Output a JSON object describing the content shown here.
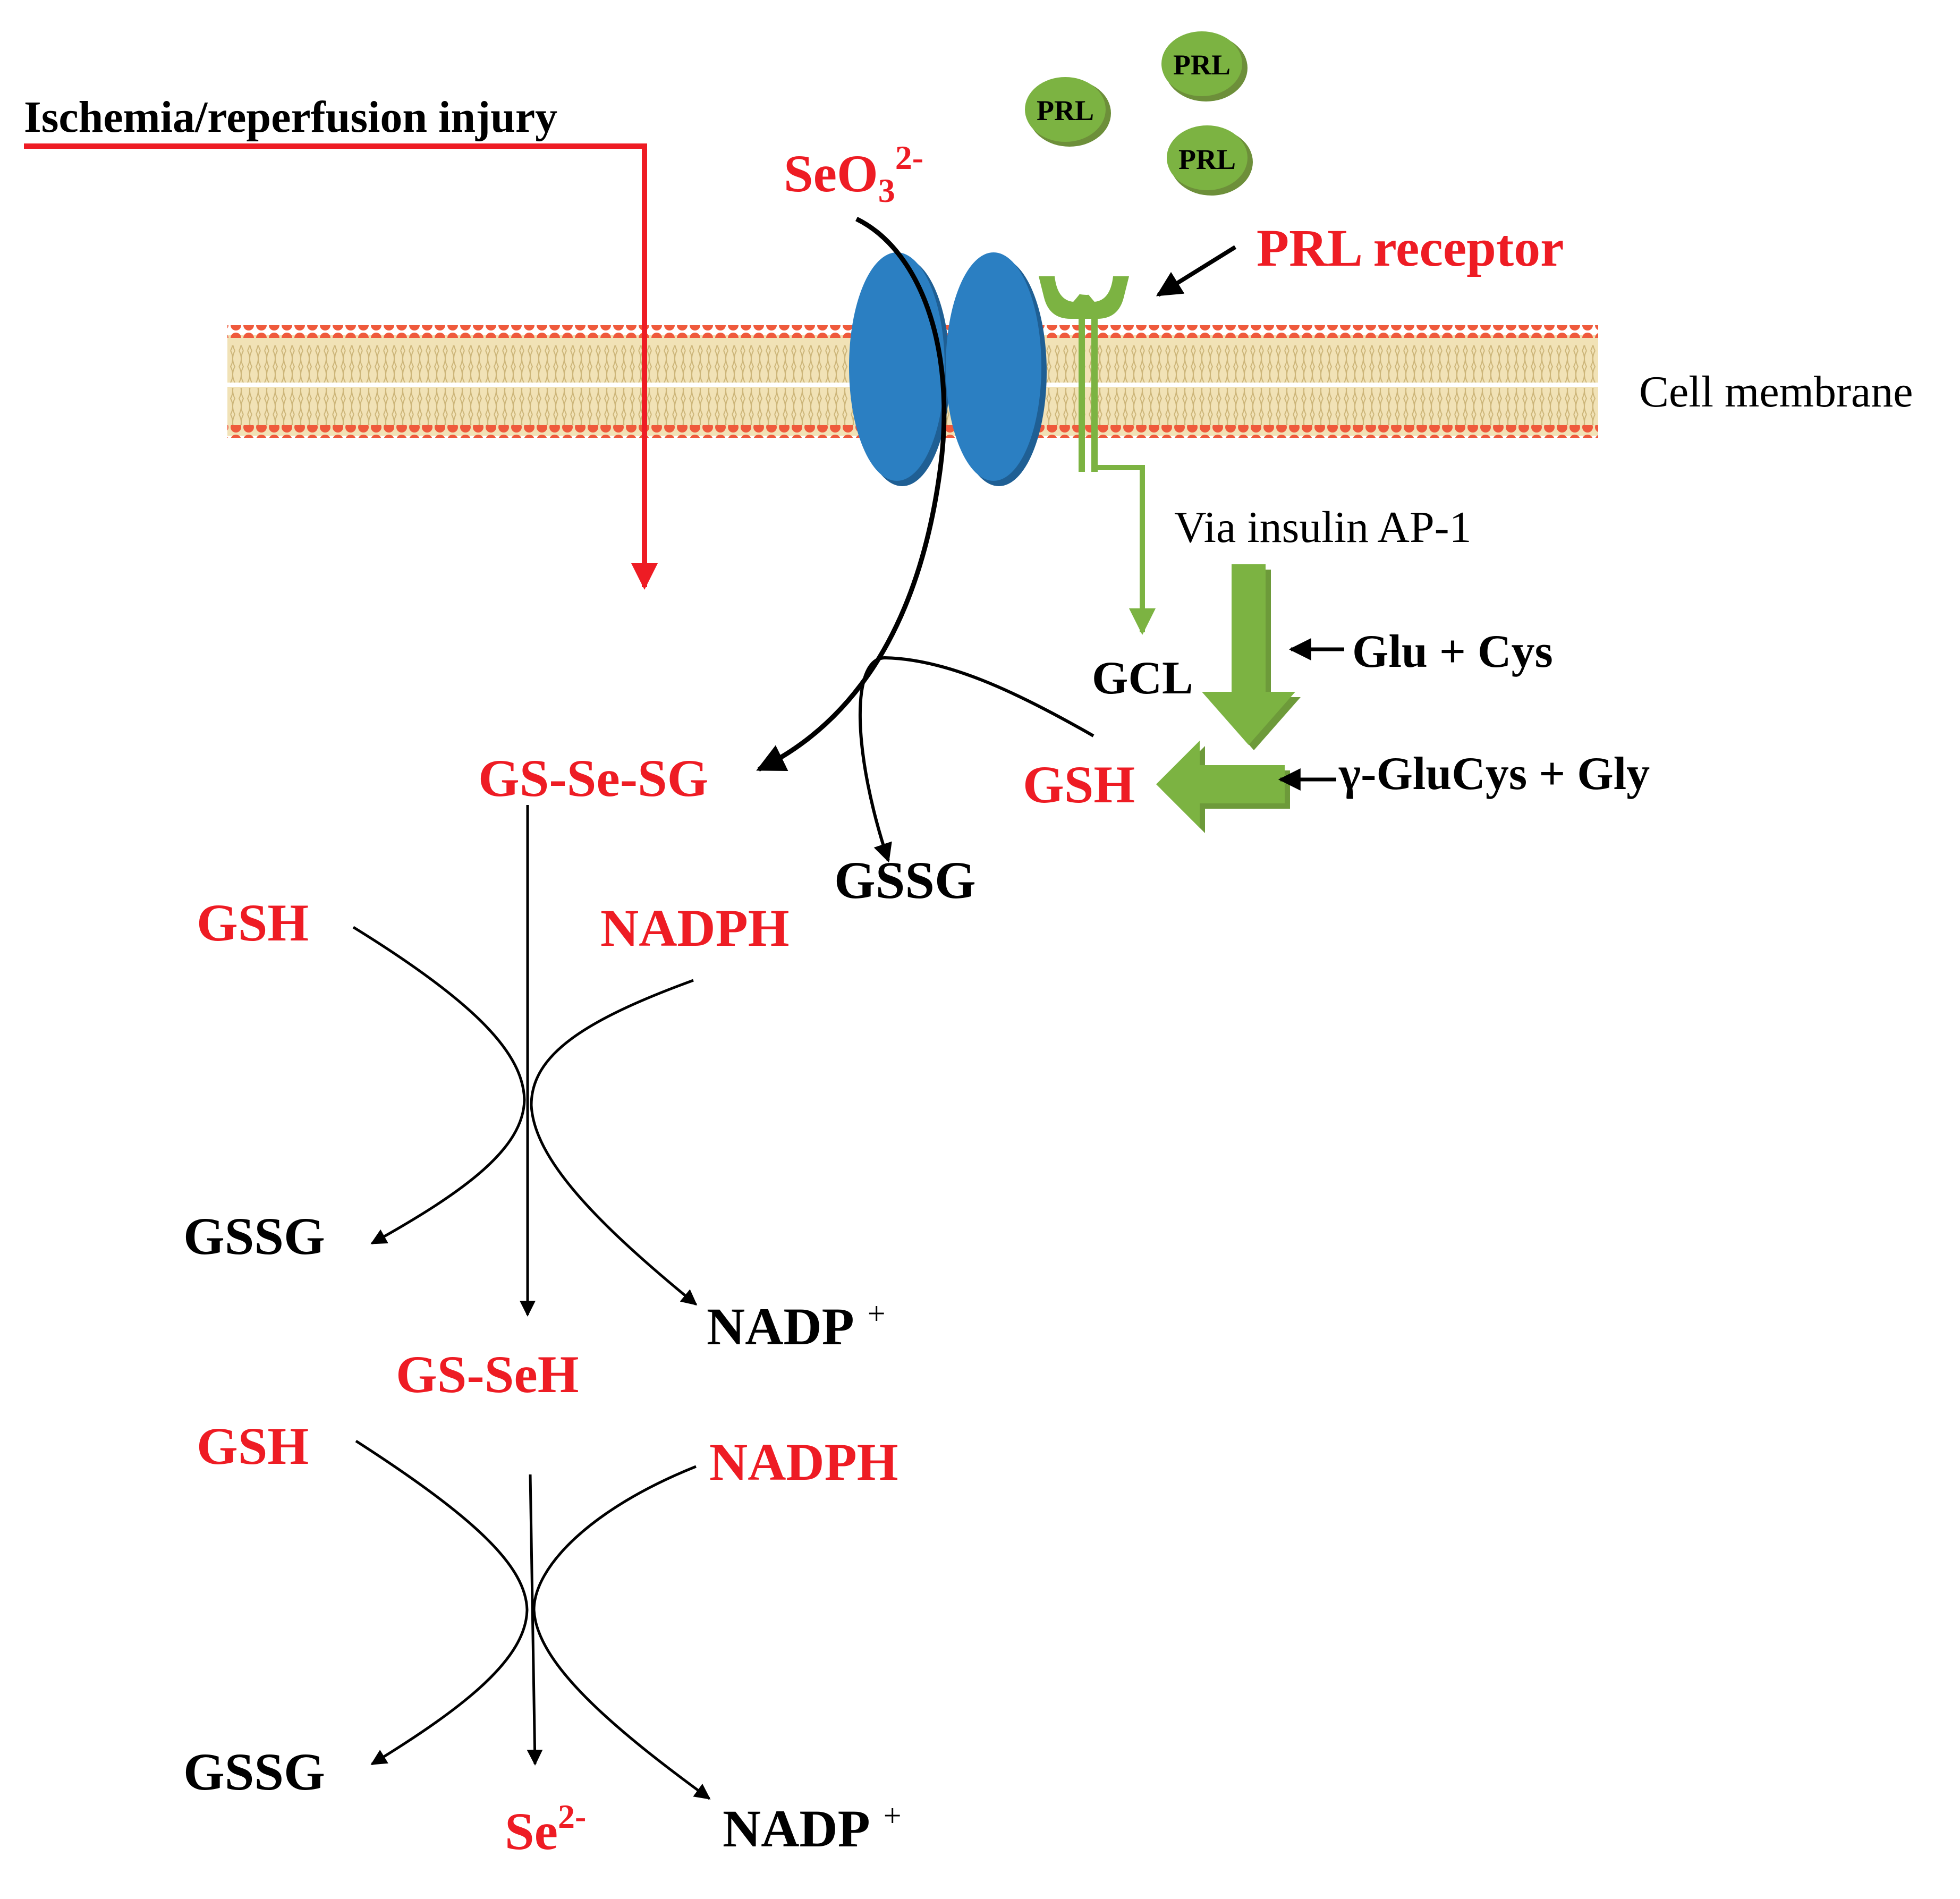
{
  "labels": {
    "ischemia": "Ischemia/reperfusion injury",
    "seo3_base": "SeO",
    "seo3_sub": "3",
    "seo3_sup": "2-",
    "prl_1": "PRL",
    "prl_2": "PRL",
    "prl_3": "PRL",
    "prl_receptor": "PRL receptor",
    "cell_membrane": "Cell membrane",
    "via_insulin": "Via insulin AP-1",
    "gcl": "GCL",
    "glu_cys": "Glu + Cys",
    "gsh_top": "GSH",
    "glucys_gly": "γ-GluCys + Gly",
    "gs_se_sg": "GS-Se-SG",
    "gssg_top": "GSSG",
    "gsh_1": "GSH",
    "nadph_1": "NADPH",
    "gssg_1": "GSSG",
    "nadp_1": "NADP",
    "nadp_1_sup": "+",
    "gs_seh": "GS-SeH",
    "gsh_2": "GSH",
    "nadph_2": "NADPH",
    "gssg_2": "GSSG",
    "se2_base": "Se",
    "se2_sup": "2-",
    "nadp_2": "NADP",
    "nadp_2_sup": "+"
  },
  "colors": {
    "red": "#ee1c24",
    "green": "#7cb342",
    "blue": "#2b7fc2",
    "membrane_head": "#ef5a3c",
    "membrane_tail": "#d9c48a"
  }
}
